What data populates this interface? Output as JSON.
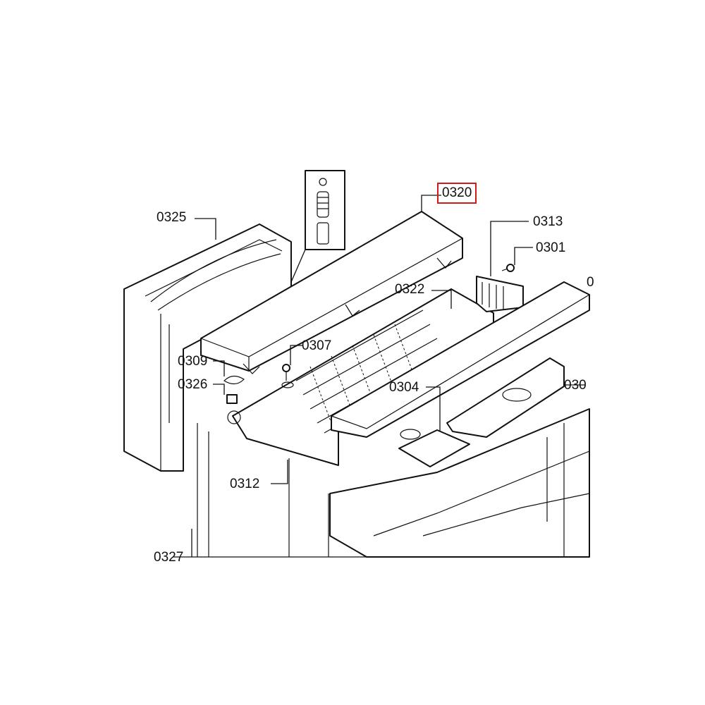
{
  "highlight_color": "#d11b1b",
  "labels": {
    "p0320": "0320",
    "p0325": "0325",
    "p0313": "0313",
    "p0301": "0301",
    "p0322": "0322",
    "p0307": "0307",
    "p0309": "0309",
    "p0326": "0326",
    "p0304": "0304",
    "p030x": "030",
    "p0312": "0312",
    "p0327": "0327",
    "p0c": "0"
  }
}
